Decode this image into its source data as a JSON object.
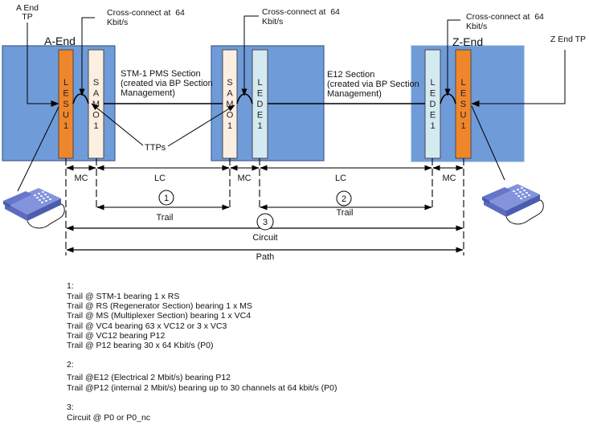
{
  "colors": {
    "node_bg": "#6f9bd9",
    "node_border": "#3f5f8f",
    "node_border_light": "#7aa3dc",
    "lesu": "#f0862c",
    "samo": "#fdeee2",
    "lede": "#d3eaf0",
    "phone": "#7f8fd8"
  },
  "nodes": {
    "a_end": {
      "label": "A-End"
    },
    "middle": {
      "label": ""
    },
    "z_end": {
      "label": "Z-End"
    }
  },
  "cards": {
    "a_lesu": "LESU1",
    "a_samo": "SAMO1",
    "m_samo": "SAMO1",
    "m_lede": "LEDE1",
    "z_lede": "LEDE1",
    "z_lesu": "LESU1"
  },
  "endpoints": {
    "a_tp_line1": "A End",
    "a_tp_line2": "TP",
    "z_tp": "Z End TP"
  },
  "cross_connect": {
    "line1": "Cross-connect at  64",
    "line2": "Kbit/s"
  },
  "sections": {
    "stm1": [
      "STM-1 PMS Section",
      "(created via BP Section",
      "Management)"
    ],
    "e12": [
      "E12 Section",
      "(created via BP Section",
      "Management)"
    ]
  },
  "ttps_label": "TTPs",
  "dimensions": {
    "segments": [
      "MC",
      "LC",
      "MC",
      "LC",
      "MC"
    ],
    "trail1": {
      "number": "1",
      "label": "Trail"
    },
    "trail2": {
      "number": "2",
      "label": "Trail"
    },
    "circuit": {
      "number": "3",
      "label": "Circuit"
    },
    "path": {
      "label": "Path"
    }
  },
  "notes": [
    {
      "heading": "1:",
      "lines": [
        "Trail @ STM-1 bearing 1 x RS",
        "Trail @ RS (Regenerator Section) bearing 1 x MS",
        "Trail @ MS (Multiplexer Section) bearing 1 x VC4",
        "Trail @ VC4 bearing 63 x VC12 or 3 x VC3",
        "Trail @ VC12 bearing P12",
        "Trail @ P12 bearing 30 x 64 Kbit/s (P0)"
      ]
    },
    {
      "heading": "2:",
      "lines": [
        "Trail @E12 (Electrical 2 Mbit/s) bearing P12",
        "Trail @P12 (internal 2 Mbit/s) bearing up to 30 channels at 64 kbit/s (P0)"
      ]
    },
    {
      "heading": "3:",
      "lines": [
        "Circuit @ P0 or P0_nc"
      ]
    }
  ]
}
